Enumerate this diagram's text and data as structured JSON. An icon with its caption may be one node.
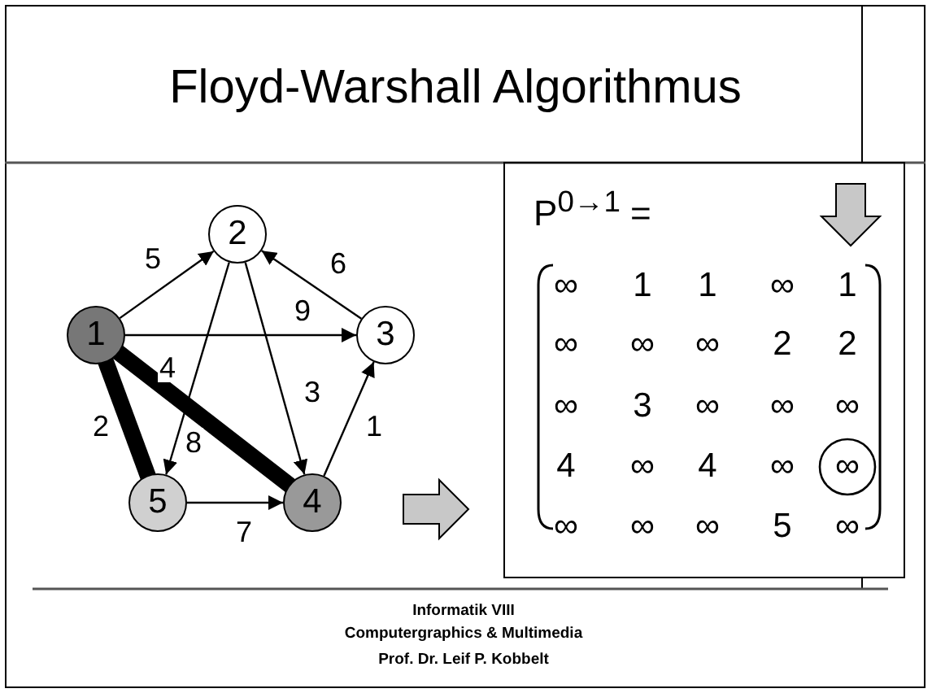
{
  "diagram": {
    "title": "Floyd-Warshall Algorithmus",
    "nodes": [
      {
        "text": [
          "2"
        ]
      },
      {
        "text": [
          "1"
        ]
      },
      {
        "text": [
          "3"
        ]
      },
      {
        "text": [
          "5"
        ]
      },
      {
        "text": [
          "4"
        ]
      }
    ],
    "edges": [
      {
        "from": 1,
        "to": 0,
        "arrow": "to",
        "label": "5"
      },
      {
        "from": 2,
        "to": 0,
        "arrow": "to",
        "label": "6"
      },
      {
        "from": 1,
        "to": 2,
        "arrow": "to",
        "label": "9"
      },
      {
        "from": 1,
        "to": 4,
        "arrow": "none",
        "label": "4",
        "style": "thick"
      },
      {
        "from": 0,
        "to": 4,
        "arrow": "to",
        "label": "3"
      },
      {
        "from": 1,
        "to": 3,
        "arrow": "none",
        "label": "2",
        "style": "thick"
      },
      {
        "from": 0,
        "to": 3,
        "arrow": "to",
        "label": "8"
      },
      {
        "from": 4,
        "to": 2,
        "arrow": "to",
        "label": "1"
      },
      {
        "from": 3,
        "to": 4,
        "arrow": "to",
        "label": "7"
      }
    ],
    "labels": [
      "P$^{0→1}$ =",
      "∞",
      "1",
      "1",
      "∞",
      "1",
      "∞",
      "∞",
      "∞",
      "2",
      "2",
      "∞",
      "3",
      "∞",
      "∞",
      "∞",
      "4",
      "∞",
      "4",
      "∞",
      "∞",
      "∞",
      "∞",
      "∞",
      "5",
      "∞",
      "Informatik VIII",
      "Computergraphics & Multimedia",
      "Prof. Dr. Leif P. Kobbelt"
    ]
  }
}
